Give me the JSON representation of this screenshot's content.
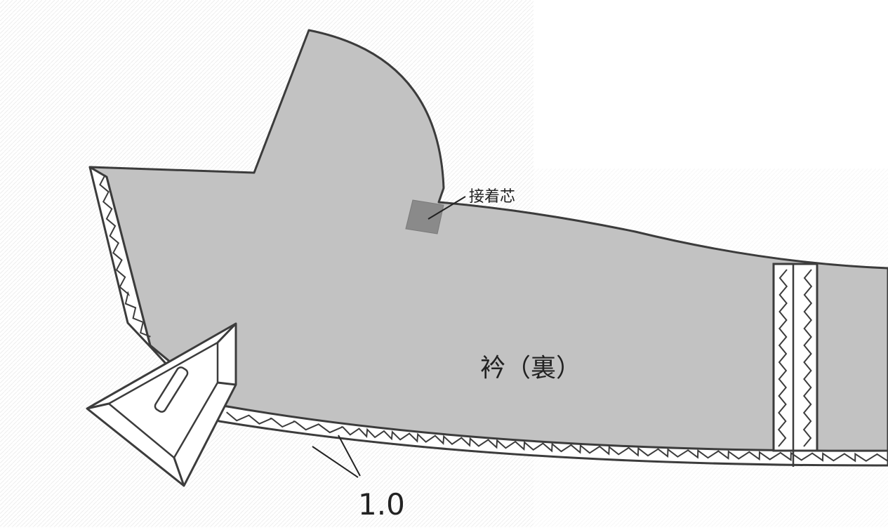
{
  "labels": {
    "interfacing": "接着芯",
    "collar_underside": "衿（裏）",
    "seam_allowance": "1.0"
  },
  "colors": {
    "fabric": "#c2c2c2",
    "interfacing": "#8a8a8a",
    "outline": "#3c3c3c",
    "background_texture": "#e4e4e4"
  },
  "icons": {
    "iron": "iron-icon",
    "zigzag_stitch": "zigzag-stitch"
  }
}
